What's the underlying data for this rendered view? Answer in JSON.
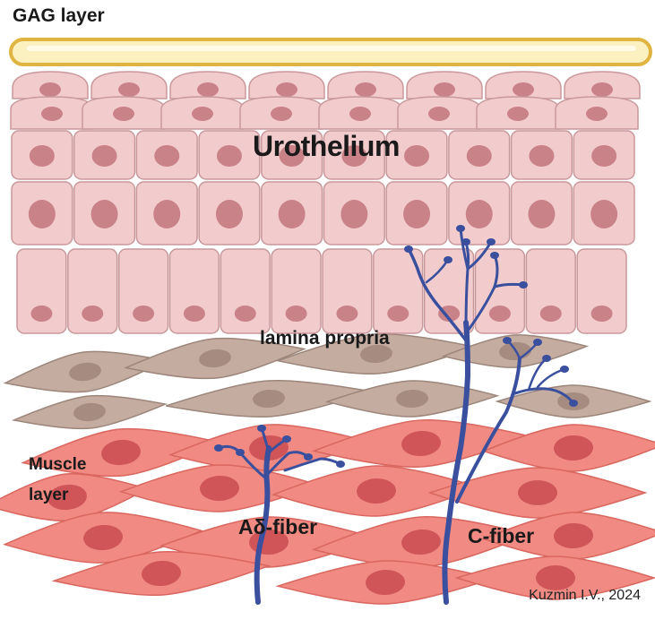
{
  "labels": {
    "gag": "GAG layer",
    "urothelium": "Urothelium",
    "lamina": "lamina propria",
    "muscle_line1": "Muscle",
    "muscle_line2": "layer",
    "adelta": "Aδ-fiber",
    "cfiber": "C-fiber",
    "credit": "Kuzmin I.V., 2024"
  },
  "colors": {
    "gag_fill": "#fbf0c0",
    "gag_stroke": "#e0b440",
    "uro_cell": "#f2cccd",
    "uro_stroke": "#c9989b",
    "uro_nucleus": "#c98287",
    "lamina_cell": "#c4aca0",
    "lamina_stroke": "#9c857a",
    "lamina_nucleus": "#a68c80",
    "muscle_cell": "#f08a82",
    "muscle_stroke": "#d9675f",
    "muscle_nucleus": "#cf5558",
    "nerve": "#3a4f9e",
    "nerve_light": "#6f83cc"
  }
}
